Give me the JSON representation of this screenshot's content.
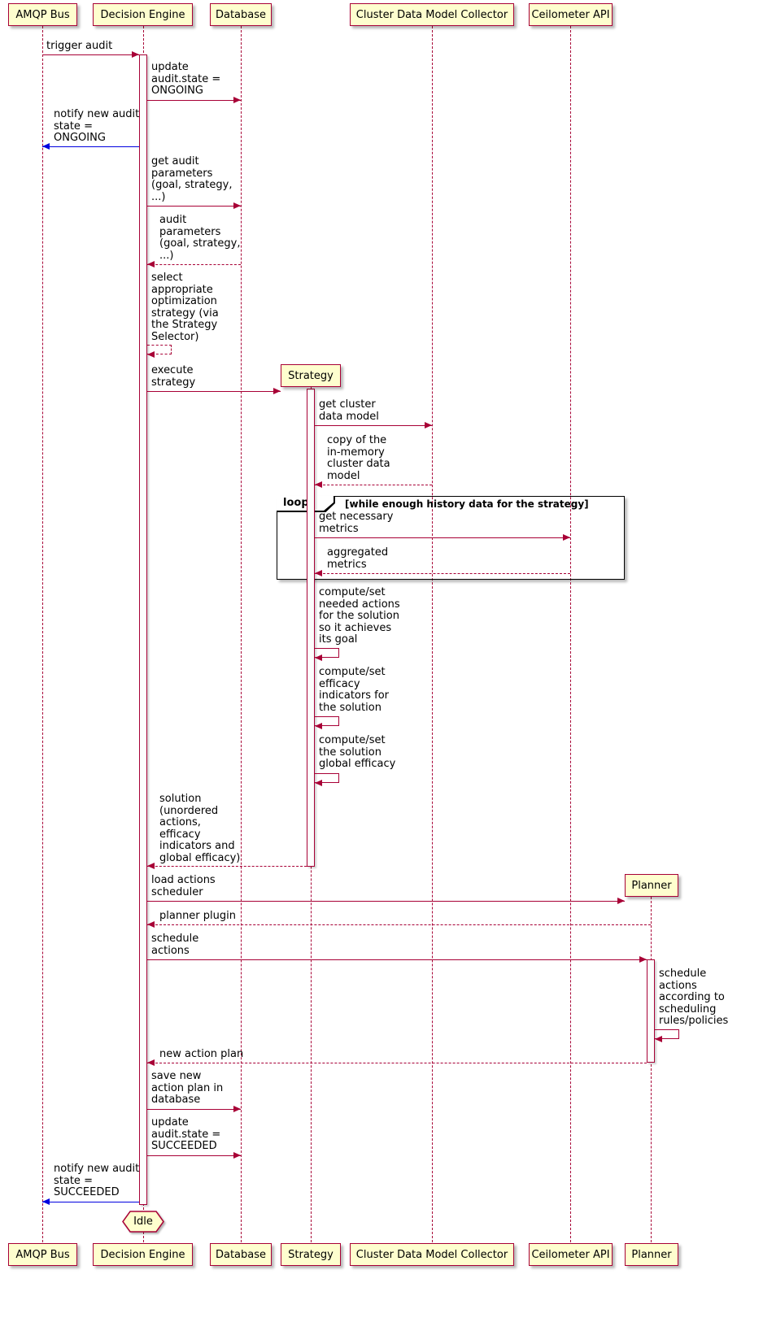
{
  "participants": [
    "AMQP Bus",
    "Decision Engine",
    "Database",
    "Strategy",
    "Cluster Data Model Collector",
    "Ceilometer API",
    "Planner"
  ],
  "messages": [
    {
      "text": "trigger audit"
    },
    {
      "text": "update\naudit.state =\nONGOING"
    },
    {
      "text": "notify new audit\nstate =\nONGOING"
    },
    {
      "text": "get audit\nparameters\n(goal, strategy,\n...)"
    },
    {
      "text": "audit\nparameters\n(goal, strategy,\n...)"
    },
    {
      "text": "select\nappropriate\noptimization\nstrategy (via\nthe Strategy\nSelector)"
    },
    {
      "text": "execute\nstrategy"
    },
    {
      "text": "get cluster\ndata model"
    },
    {
      "text": "copy of the\nin-memory\ncluster data\nmodel"
    },
    {
      "text": "get necessary\nmetrics"
    },
    {
      "text": "aggregated\nmetrics"
    },
    {
      "text": "compute/set\nneeded actions\nfor the solution\nso it achieves\nits goal"
    },
    {
      "text": "compute/set\nefficacy\nindicators for\nthe solution"
    },
    {
      "text": "compute/set\nthe solution\nglobal efficacy"
    },
    {
      "text": "solution\n(unordered\nactions,\nefficacy\nindicators and\nglobal efficacy)"
    },
    {
      "text": "load actions\nscheduler"
    },
    {
      "text": "planner plugin"
    },
    {
      "text": "schedule\nactions"
    },
    {
      "text": "schedule\nactions\naccording to\nscheduling\nrules/policies"
    },
    {
      "text": "new action plan"
    },
    {
      "text": "save new\naction plan in\ndatabase"
    },
    {
      "text": "update\naudit.state =\nSUCCEEDED"
    },
    {
      "text": "notify new audit\nstate =\nSUCCEEDED"
    }
  ],
  "loop": {
    "keyword": "loop",
    "condition": "[while enough history data for the strategy]"
  },
  "end_state": {
    "label": "Idle"
  },
  "colors": {
    "line_color": "#A80036",
    "participant_fill": "#FEFECE",
    "notify_color": "#0000E0",
    "frame_color": "#000000"
  }
}
